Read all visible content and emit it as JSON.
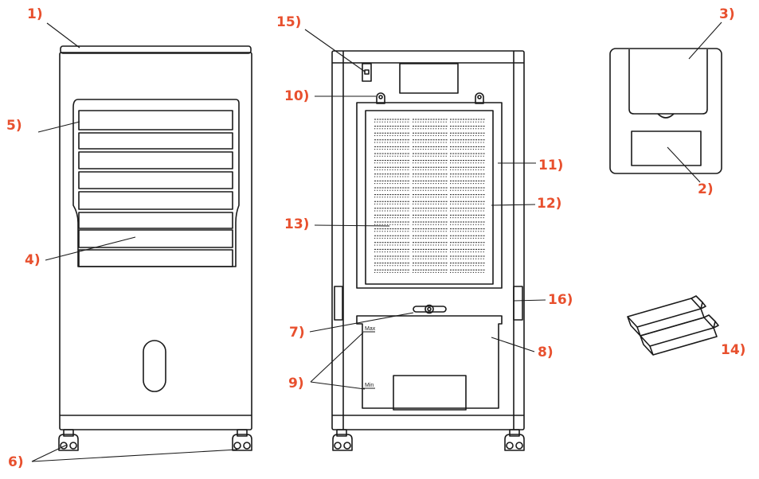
{
  "colors": {
    "line": "#1a1a1a",
    "label": "#e8502e",
    "background": "#ffffff"
  },
  "labels": {
    "l1": "1)",
    "l2": "2)",
    "l3": "3)",
    "l4": "4)",
    "l5": "5)",
    "l6": "6)",
    "l7": "7)",
    "l8": "8)",
    "l9": "9)",
    "l10": "10)",
    "l11": "11)",
    "l12": "12)",
    "l13": "13)",
    "l14": "14)",
    "l15": "15)",
    "l16": "16)"
  },
  "tank": {
    "max": "Max",
    "min": "Min"
  }
}
